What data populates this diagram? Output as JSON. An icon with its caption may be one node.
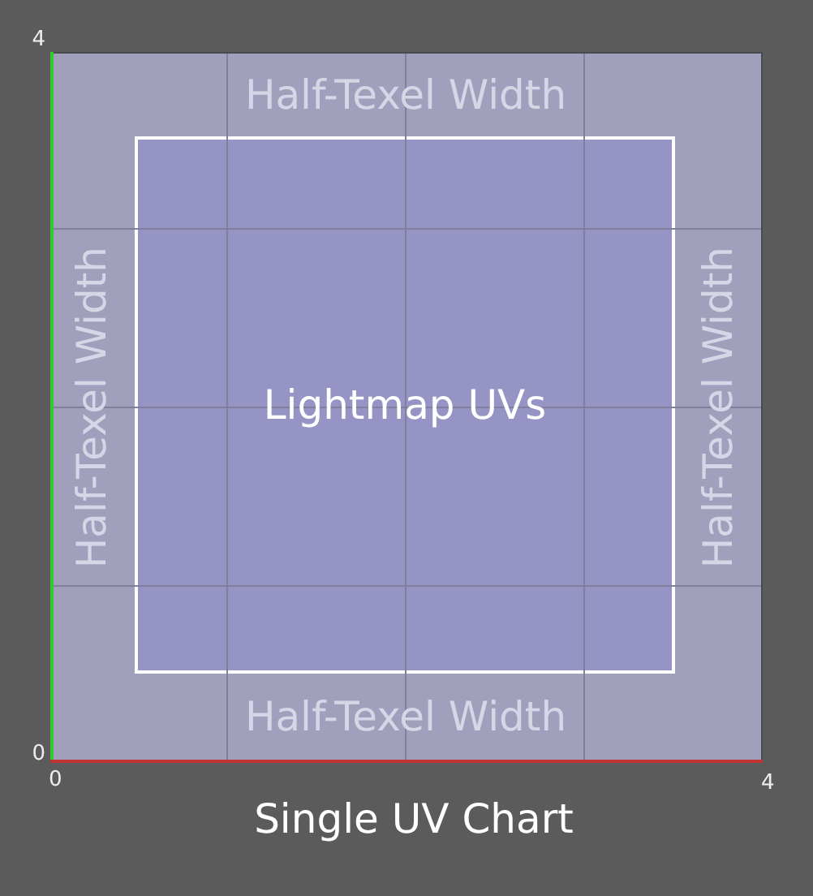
{
  "diagram": {
    "caption": "Single UV Chart",
    "nodes": [
      {
        "text": [
          "Half-Texel Width",
          "Half-Texel Width",
          "Half-Texel Width",
          "Half-Texel Width"
        ]
      },
      {
        "text": [
          "Lightmap UVs"
        ],
        "in": 0
      }
    ],
    "labels": [
      "4",
      "0",
      "0",
      "4"
    ]
  }
}
